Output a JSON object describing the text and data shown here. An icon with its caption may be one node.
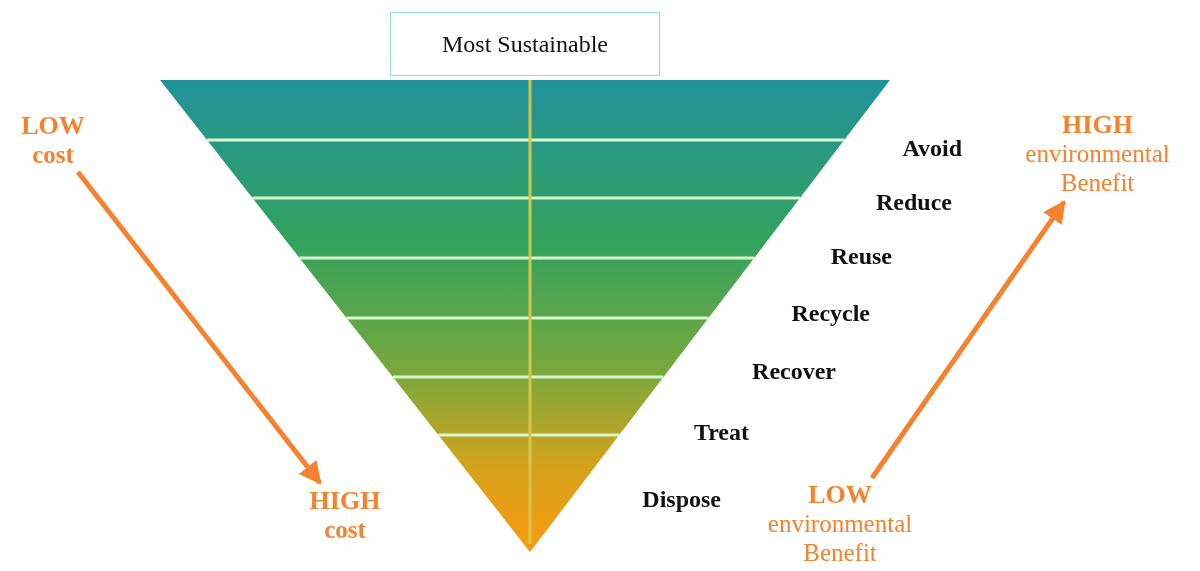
{
  "diagram": {
    "nodes": [
      {
        "text": [
          "Most Sustainable"
        ]
      },
      {
        "text": [
          "LOW",
          "cost"
        ]
      },
      {
        "text": [
          "HIGH",
          "cost"
        ]
      },
      {
        "text": [
          "HIGH",
          "environmental Benefit"
        ]
      },
      {
        "text": [
          "LOW",
          "environmental Benefit"
        ]
      }
    ],
    "edges": [
      {
        "from": 1,
        "to": 2,
        "arrow": "to"
      },
      {
        "from": 4,
        "to": 3,
        "arrow": "to"
      }
    ],
    "labels": [
      "Avoid",
      "Reduce",
      "Reuse",
      "Recycle",
      "Recover",
      "Treat",
      "Dispose"
    ]
  }
}
